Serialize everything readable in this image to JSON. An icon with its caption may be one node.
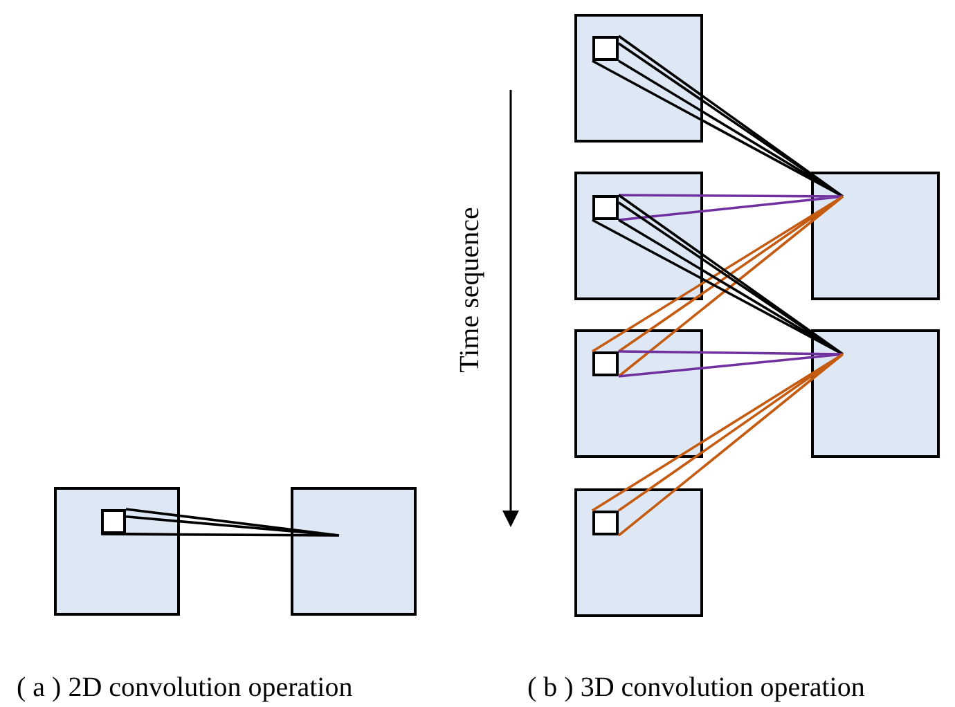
{
  "diagram": {
    "nodes": [
      {
        "text": [],
        "shape": "box"
      },
      {
        "text": [],
        "shape": "box",
        "in": 0
      },
      {
        "text": [],
        "shape": "box"
      },
      {
        "text": [],
        "shape": "box"
      },
      {
        "text": [],
        "shape": "box",
        "in": 3
      },
      {
        "text": [],
        "shape": "box"
      },
      {
        "text": [],
        "shape": "box",
        "in": 5
      },
      {
        "text": [],
        "shape": "box"
      },
      {
        "text": [],
        "shape": "box"
      },
      {
        "text": [],
        "shape": "box",
        "in": 8
      },
      {
        "text": [],
        "shape": "box"
      },
      {
        "text": [],
        "shape": "box"
      },
      {
        "text": [],
        "shape": "box",
        "in": 11
      }
    ],
    "edges": [
      {
        "from": 1,
        "to": 2,
        "arrow": "none"
      },
      {
        "from": 4,
        "to": 7,
        "arrow": "none"
      },
      {
        "from": 6,
        "to": 7,
        "arrow": "none",
        "color": "#7030a0"
      },
      {
        "from": 9,
        "to": 7,
        "arrow": "none",
        "color": "#c55a11"
      },
      {
        "from": 6,
        "to": 10,
        "arrow": "none"
      },
      {
        "from": 9,
        "to": 10,
        "arrow": "none",
        "color": "#7030a0"
      },
      {
        "from": 12,
        "to": 10,
        "arrow": "none",
        "color": "#c55a11"
      }
    ],
    "labels": [
      "Time sequence",
      "( a ) 2D convolution operation",
      "( b ) 3D convolution operation"
    ]
  }
}
